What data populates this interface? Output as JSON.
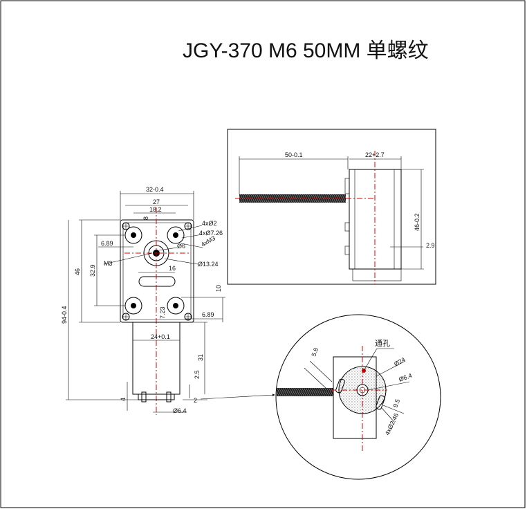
{
  "title": "JGY-370 M6 50MM 单螺纹",
  "front_view": {
    "dims": {
      "width_overall": "32-0.4",
      "width_holes": "27",
      "width_inner": "18.2",
      "small_8": "8",
      "hole_4x2": "4xØ2",
      "hole_4x726": "4xØ7.26",
      "hole_4xm3": "4xM3",
      "left_689": "6.89",
      "shaft_6": "Ø6",
      "m3": "M3",
      "dia_1324": "Ø13.24",
      "dim_16": "16",
      "height_329": "32.9",
      "height_46": "46",
      "total_94": "94-0.4",
      "right_10": "10",
      "bottom_723": "7.23",
      "bottom_689": "6.89",
      "motor_24": "24+0.1",
      "motor_31": "31",
      "motor_25": "2.5",
      "terminal_4": "4",
      "terminal_2": "2",
      "terminal_64": "Ø6.4"
    }
  },
  "side_view": {
    "dims": {
      "screw_len": "50-0.1",
      "body_len": "22+2.7",
      "height": "46-0.2",
      "offset": "2.9"
    }
  },
  "detail_view": {
    "dims": {
      "vent_label": "通孔",
      "d24": "Ø24",
      "d64": "Ø6.4",
      "d58": "5.8",
      "d95": "9.5",
      "holes_246": "4xØ2.46"
    }
  }
}
